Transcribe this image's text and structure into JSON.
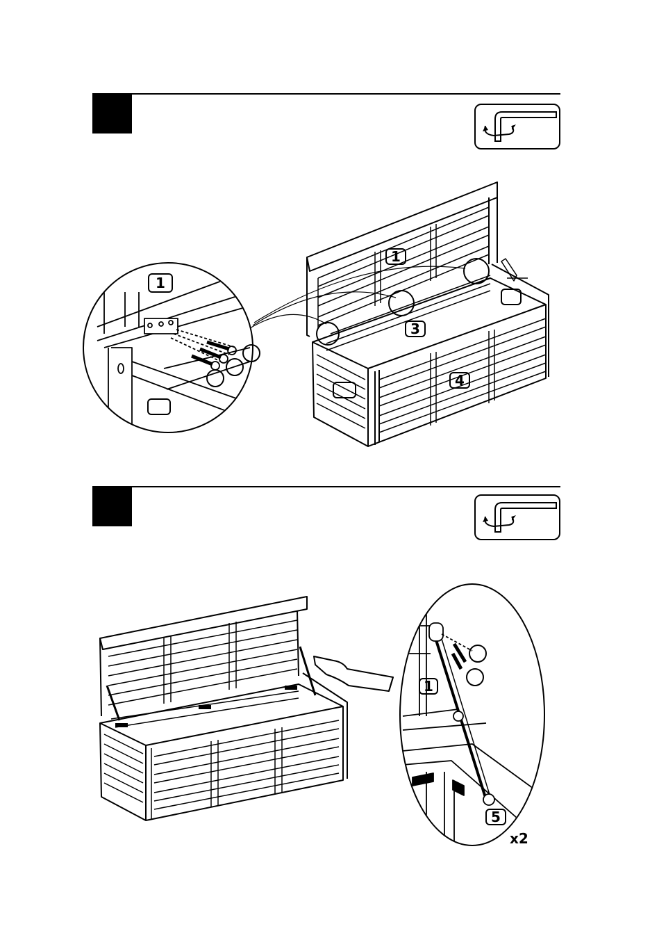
{
  "step1": {
    "tool": "hex-key",
    "labels": {
      "lid_main": "1",
      "lid_detail": "1",
      "back_panel": "3",
      "front_panel": "4"
    },
    "blank_callouts": [
      "side-panel-tag",
      "right-panel-tag",
      "detail-panel-tag",
      "washer-a",
      "washer-b",
      "washer-c"
    ]
  },
  "step2": {
    "tool": "hex-key",
    "labels": {
      "lid_detail": "1",
      "stay_arm": "5"
    },
    "quantity": "x2"
  }
}
